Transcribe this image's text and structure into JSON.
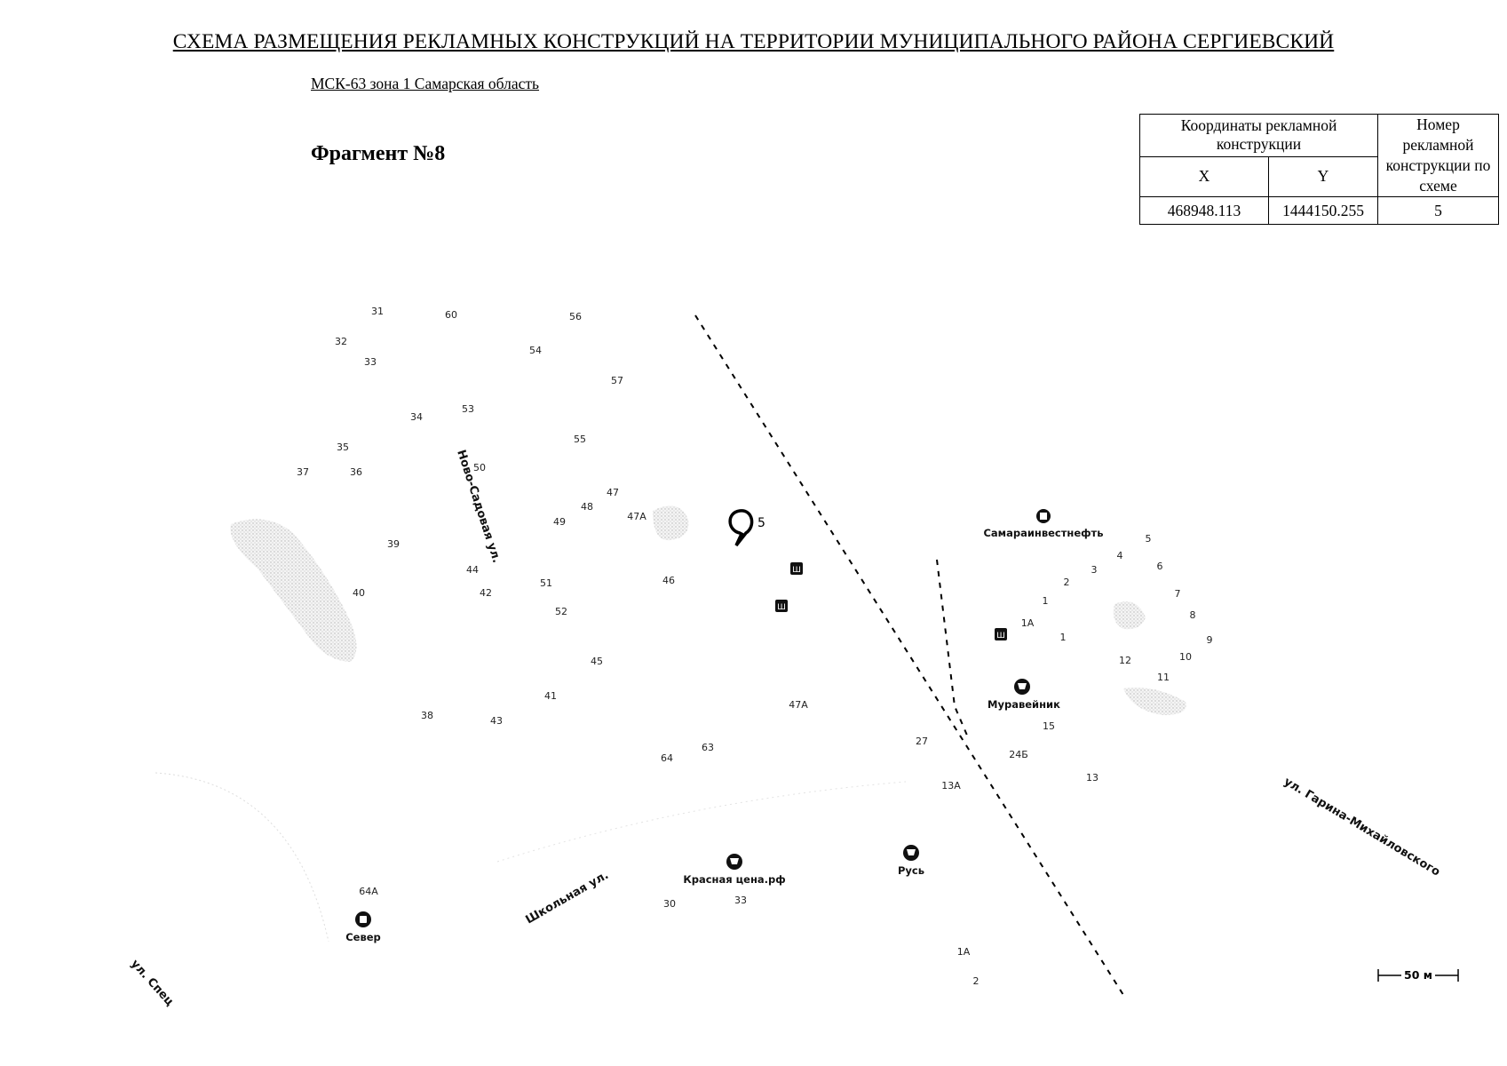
{
  "header": {
    "title": "СХЕМА РАЗМЕЩЕНИЯ РЕКЛАМНЫХ КОНСТРУКЦИЙ НА ТЕРРИТОРИИ МУНИЦИПАЛЬНОГО РАЙОНА СЕРГИЕВСКИЙ",
    "crs": "МСК-63 зона 1 Самарская область",
    "fragment": "Фрагмент №8"
  },
  "coords_table": {
    "header_coords": "Координаты рекламной конструкции",
    "header_number": "Номер рекламной конструкции по схеме",
    "col_x": "X",
    "col_y": "Y",
    "row": {
      "x": "468948.113",
      "y": "1444150.255",
      "number": "5"
    }
  },
  "map": {
    "marker_label": "5",
    "scale_label": "50 м",
    "streets": [
      {
        "name": "Ново-Садовая ул."
      },
      {
        "name": "Школьная ул."
      },
      {
        "name": "ул. Гарина-Михайловского"
      },
      {
        "name": "ул. Спец"
      }
    ],
    "pois": [
      {
        "name": "Самараинвестнефть",
        "icon": "building-icon"
      },
      {
        "name": "Муравейник",
        "icon": "shop-icon"
      },
      {
        "name": "Красная цена.рф",
        "icon": "shop-icon"
      },
      {
        "name": "Русь",
        "icon": "shop-icon"
      },
      {
        "name": "Север",
        "icon": "shop-icon"
      }
    ],
    "house_numbers": [
      "31",
      "60",
      "56",
      "32",
      "54",
      "33",
      "57",
      "34",
      "53",
      "55",
      "35",
      "37",
      "36",
      "50",
      "47",
      "48",
      "47А",
      "49",
      "39",
      "44",
      "46",
      "51",
      "42",
      "40",
      "52",
      "45",
      "41",
      "38",
      "43",
      "47А",
      "63",
      "64",
      "64А",
      "30",
      "33",
      "27",
      "13А",
      "1А",
      "2",
      "5",
      "4",
      "6",
      "3",
      "2",
      "7",
      "1",
      "8",
      "1А",
      "1",
      "9",
      "10",
      "12",
      "11",
      "15",
      "24Б",
      "13"
    ]
  }
}
